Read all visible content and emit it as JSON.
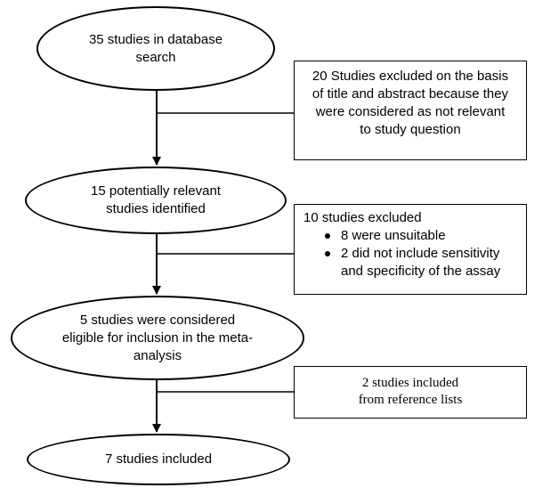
{
  "flowchart": {
    "step1": "35 studies in database\nsearch",
    "step2": "15 potentially relevant\nstudies identified",
    "step3": "5 studies were considered\neligible for inclusion in the meta-\nanalysis",
    "step4": "7 studies included",
    "exclusion_title_abstract": "20 Studies excluded on the basis\nof title and abstract because they\nwere considered as not relevant\nto study question",
    "exclusion_full": {
      "title": "10 studies excluded",
      "reasons": [
        "8 were unsuitable",
        "2 did not include sensitivity\nand specificity of the assay"
      ]
    },
    "inclusion_reference_lists": "2 studies included\nfrom reference lists"
  }
}
